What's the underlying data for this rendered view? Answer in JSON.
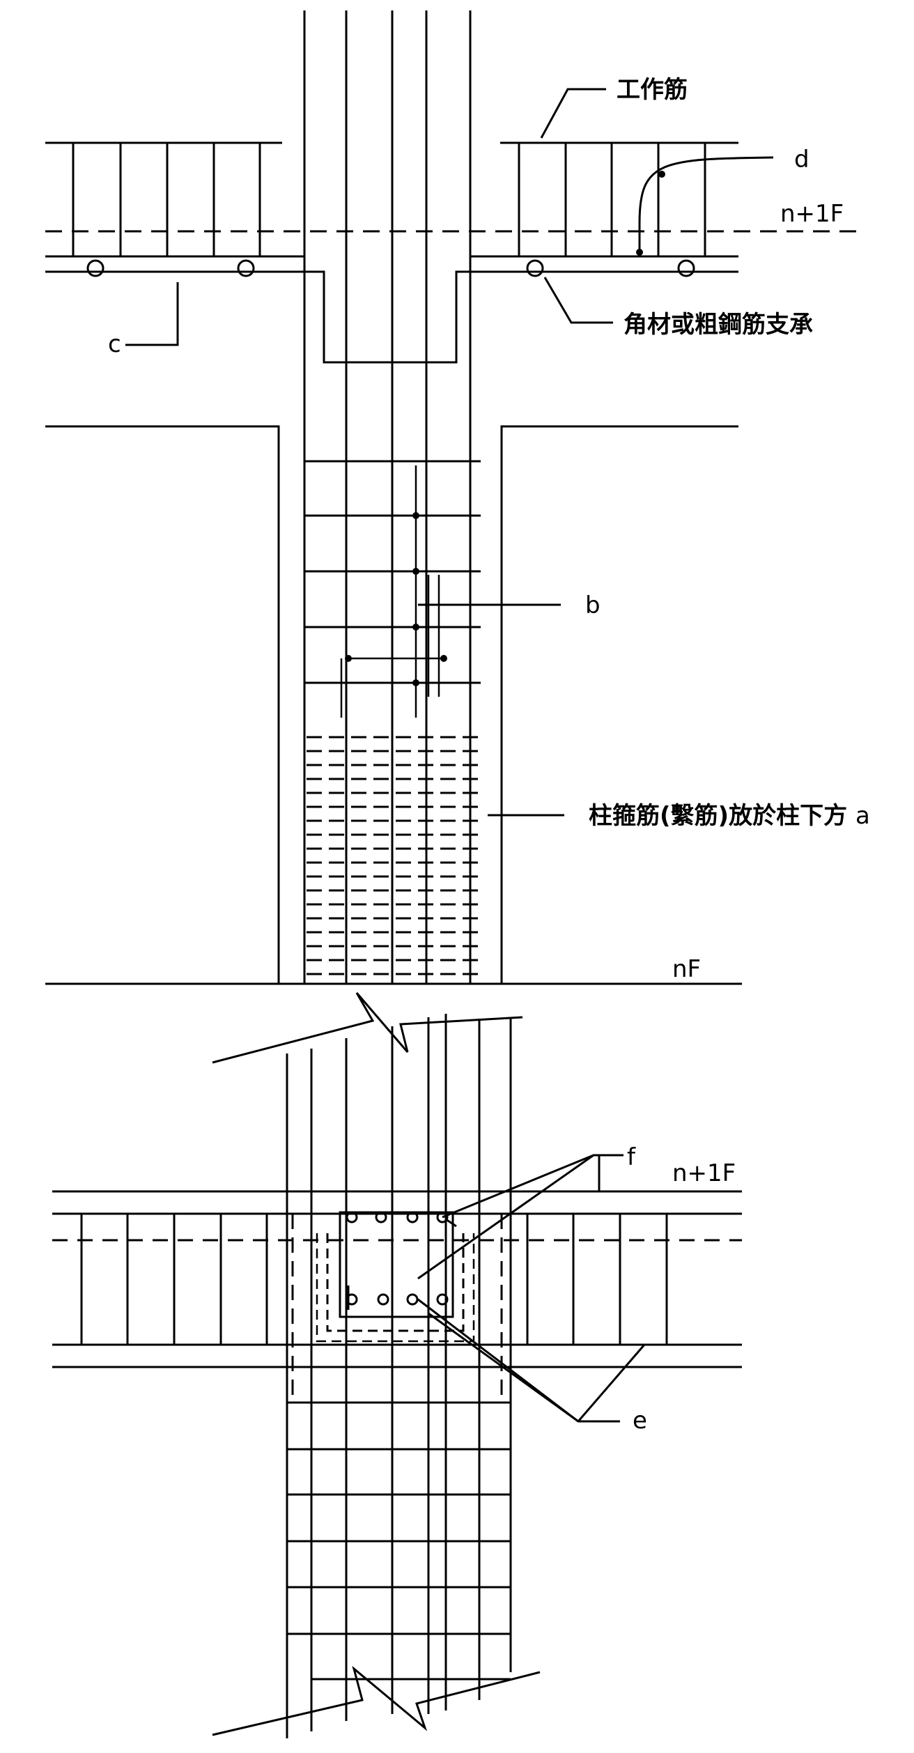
{
  "labels": {
    "working_bar": "工作筋",
    "d": "d",
    "top_floor": "n+1F",
    "support": "角材或粗鋼筋支承",
    "c": "c",
    "b": "b",
    "hoop_note": "柱箍筋(繫筋)放於柱下方",
    "a": "a",
    "bottom_floor": "nF",
    "f": "f",
    "top_floor_2": "n+1F",
    "e": "e"
  },
  "colors": {
    "line": "#000000",
    "background": "#ffffff"
  }
}
